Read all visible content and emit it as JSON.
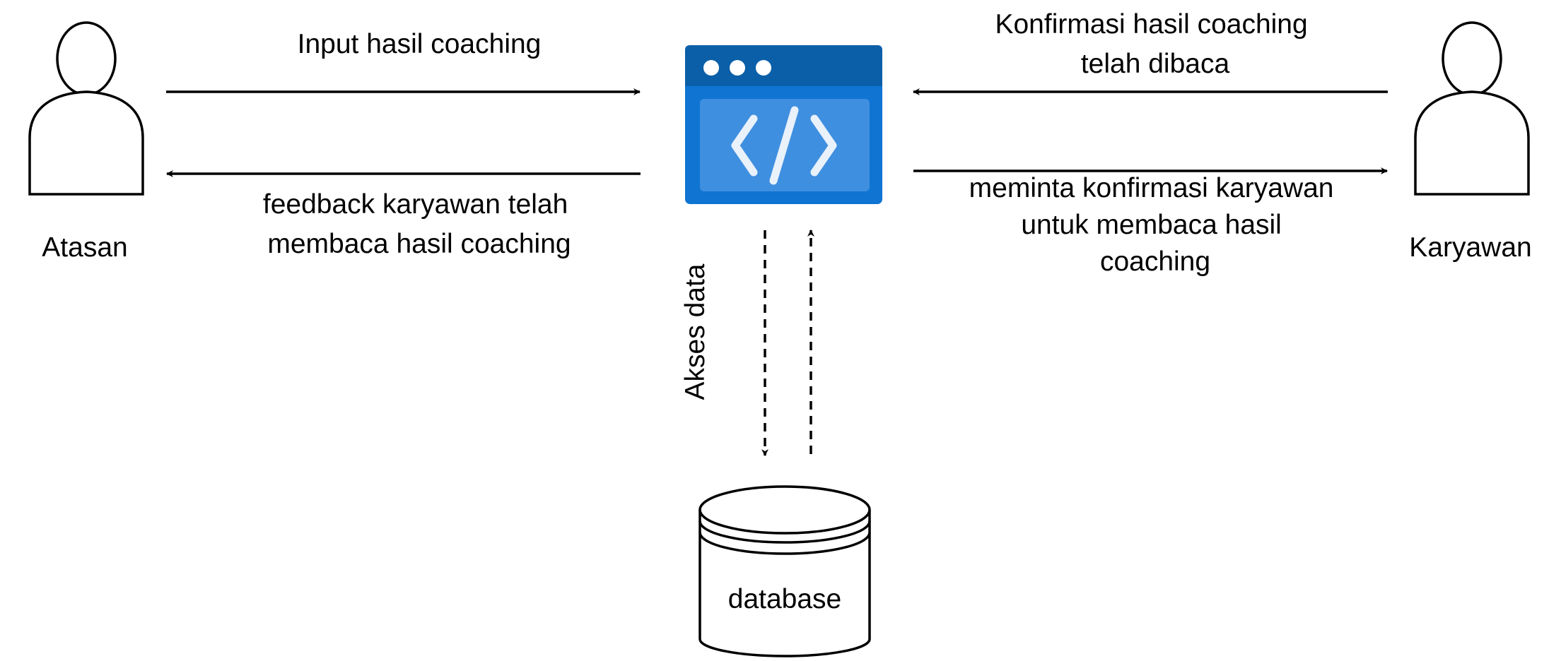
{
  "actors": {
    "left": {
      "label": "Atasan",
      "icon": "person-icon"
    },
    "right": {
      "label": "Karyawan",
      "icon": "person-icon"
    }
  },
  "app": {
    "icon": "code-window-icon",
    "colors": {
      "titlebar": "#0a5fa8",
      "body": "#0f74d2",
      "panel": "#3f8fe0",
      "glyph": "#e9f1fb"
    }
  },
  "database": {
    "label": "database",
    "icon": "database-cylinder-icon"
  },
  "edges": {
    "input_hasil": {
      "lines": [
        "Input hasil coaching"
      ]
    },
    "feedback": {
      "lines": [
        "feedback karyawan telah",
        "membaca hasil coaching"
      ]
    },
    "konfirmasi": {
      "lines": [
        "Konfirmasi hasil coaching",
        "telah dibaca"
      ]
    },
    "meminta": {
      "lines": [
        "meminta konfirmasi karyawan",
        "untuk membaca hasil",
        "coaching"
      ]
    },
    "akses": {
      "lines": [
        "Akses data"
      ]
    }
  }
}
